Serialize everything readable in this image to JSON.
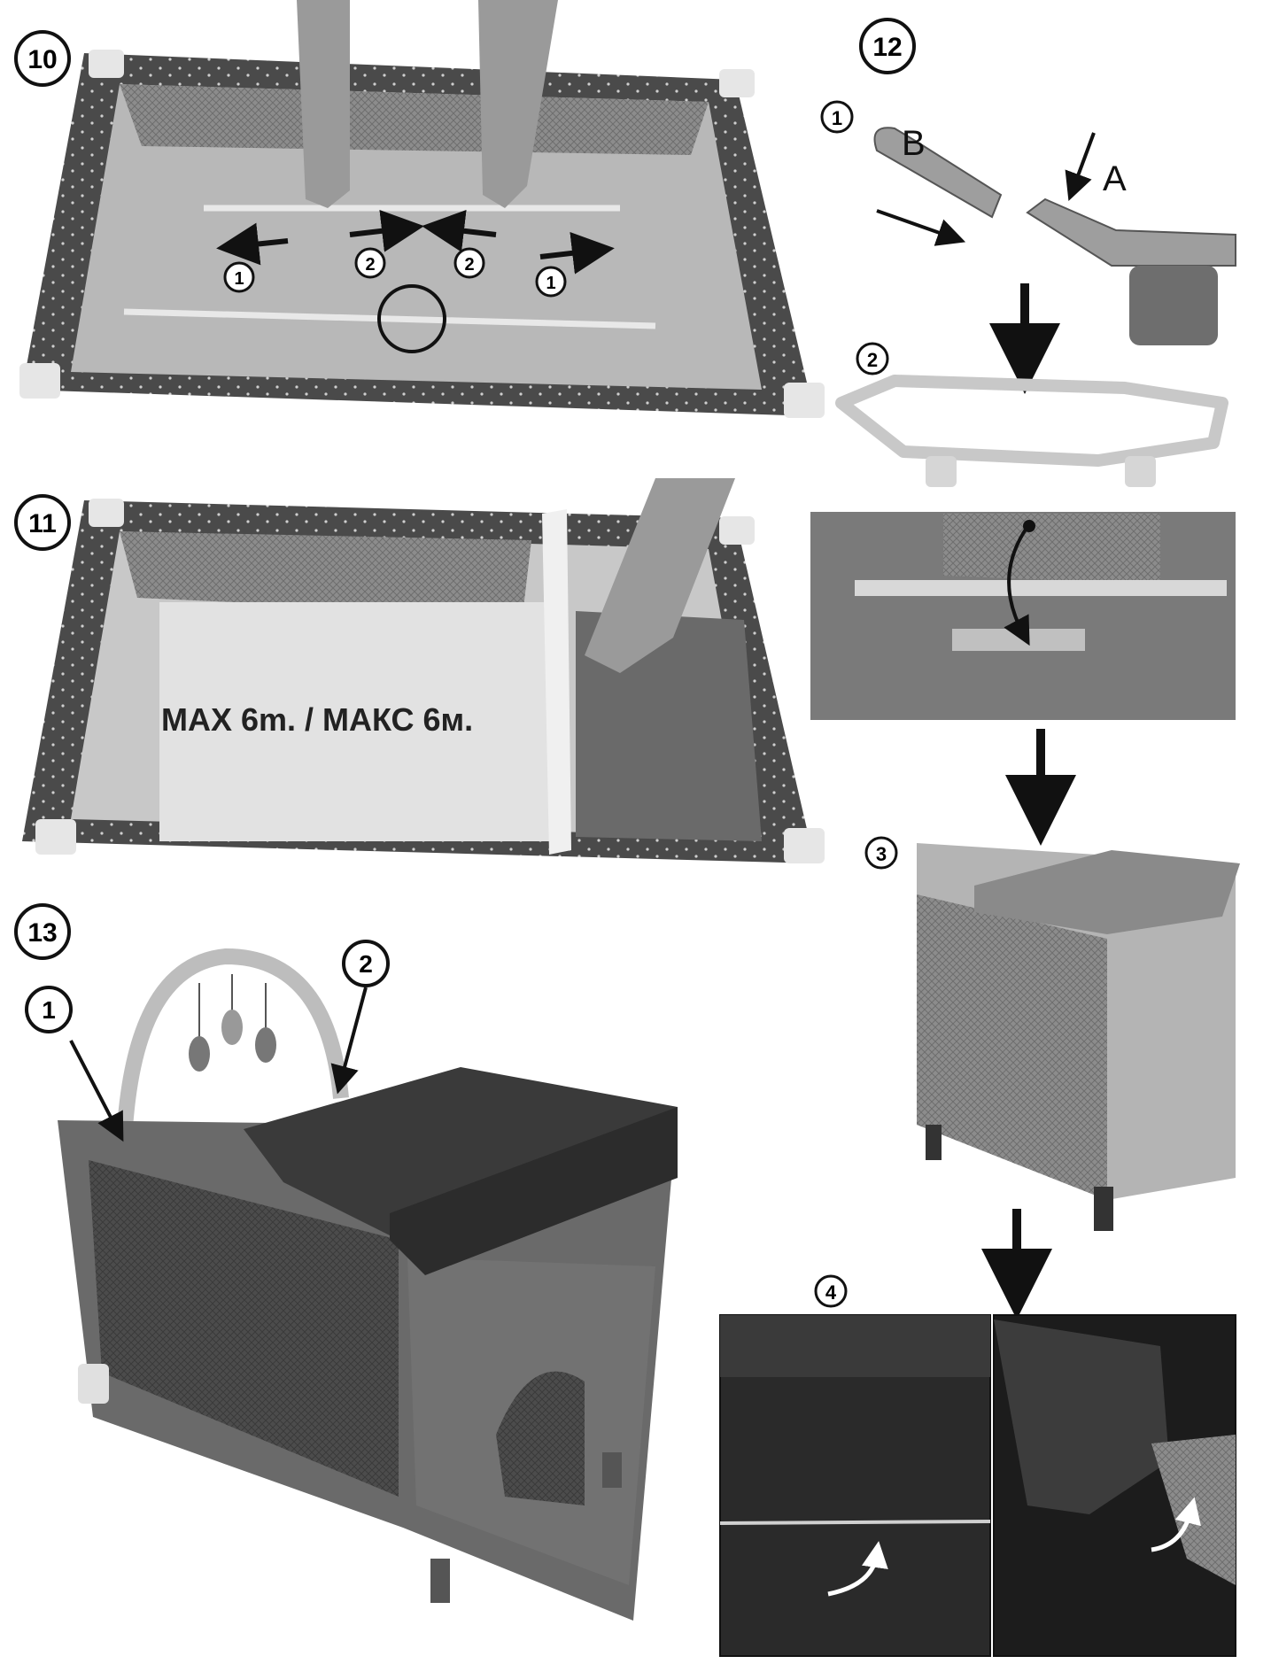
{
  "steps": {
    "s10": "10",
    "s11": "11",
    "s12": "12",
    "s13": "13"
  },
  "step10": {
    "m1a": "1",
    "m2a": "2",
    "m2b": "2",
    "m1b": "1"
  },
  "step11": {
    "max_label": "MAX 6m. / МАКС 6м."
  },
  "step12": {
    "sub1": "1",
    "label_b": "B",
    "label_a": "A",
    "sub2": "2",
    "sub3": "3",
    "sub4": "4"
  },
  "step13": {
    "callout1": "1",
    "callout2": "2"
  },
  "colors": {
    "ink": "#111111",
    "fabric": "#5a5a5a",
    "fabric_light": "#cfcfcf",
    "dark": "#2a2a2a"
  }
}
